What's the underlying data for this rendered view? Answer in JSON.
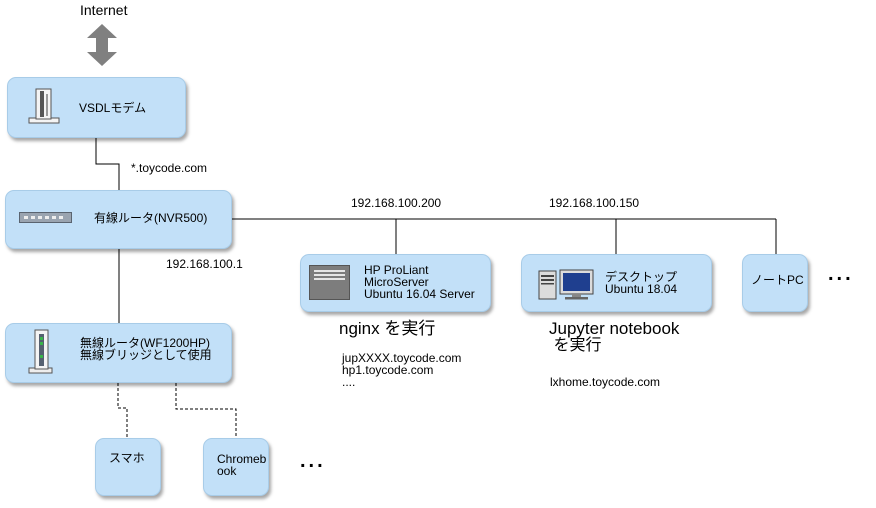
{
  "internet": {
    "label": "Internet"
  },
  "vsdl": {
    "label": "VSDLモデム"
  },
  "wan_domain": "*.toycode.com",
  "router": {
    "label": "有線ルータ(NVR500)",
    "ip": "192.168.100.1"
  },
  "server": {
    "ip": "192.168.100.200",
    "lines": [
      "HP ProLiant",
      "MicroServer",
      "Ubuntu 16.04 Server"
    ],
    "service": "nginx を実行",
    "hosts": [
      "jupXXXX.toycode.com",
      "hp1.toycode.com",
      "...."
    ]
  },
  "desktop": {
    "ip": "192.168.100.150",
    "lines": [
      "デスクトップ",
      "Ubuntu 18.04"
    ],
    "service": [
      "Jupyter notebook",
      " を実行"
    ],
    "host": "lxhome.toycode.com"
  },
  "notepc": {
    "label": "ノートPC"
  },
  "wireless": {
    "lines": [
      "無線ルータ(WF1200HP)",
      "無線ブリッジとして使用"
    ]
  },
  "smartphone": {
    "label": "スマホ"
  },
  "chromebook": {
    "lines": [
      "Chromeb",
      "ook"
    ]
  },
  "ellipsis": "...",
  "colors": {
    "node_fill": "#c2e0f8",
    "line": "#000000",
    "arrow": "#808080"
  }
}
